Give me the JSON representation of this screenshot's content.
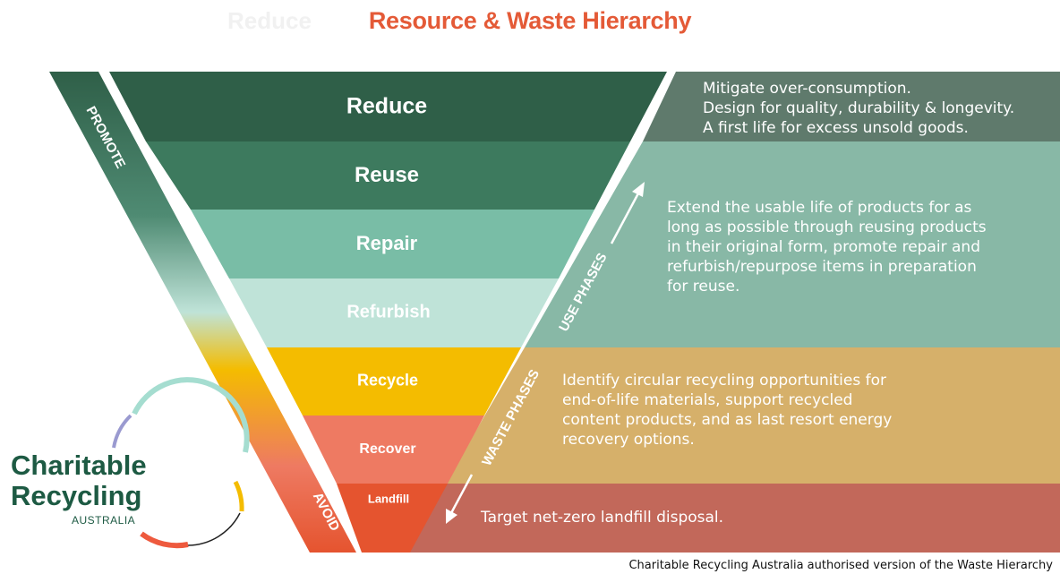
{
  "ghost_text": "Reduce",
  "title": "Resource & Waste Hierarchy",
  "side_labels": {
    "promote": "PROMOTE",
    "avoid": "AVOID",
    "use_phases": "USE PHASES",
    "waste_phases": "WASTE PHASES"
  },
  "tiers": [
    {
      "label": "Reduce",
      "color": "#2f5f48"
    },
    {
      "label": "Reuse",
      "color": "#3d7a5e"
    },
    {
      "label": "Repair",
      "color": "#79bda6"
    },
    {
      "label": "Refurbish",
      "color": "#bfe3d8"
    },
    {
      "label": "Recycle",
      "color": "#f4bc00"
    },
    {
      "label": "Recover",
      "color": "#ee7a62"
    },
    {
      "label": "Landfill",
      "color": "#e5542f"
    }
  ],
  "descriptions": {
    "reduce": [
      "Mitigate over-consumption.",
      "Design for quality, durability & longevity.",
      "A first life for excess unsold goods."
    ],
    "use": [
      "Extend the usable life of products for as",
      "long as possible through reusing products",
      "in their original form, promote repair and",
      "refurbish/repurpose items in preparation",
      "for reuse."
    ],
    "recycle": [
      "Identify circular recycling opportunities for",
      "end-of-life materials, support recycled",
      "content products, and as  last resort energy",
      "recovery options."
    ],
    "landfill": [
      "Target net-zero landfill disposal."
    ]
  },
  "band_colors": {
    "reduce": "#5f7a6c",
    "use": "#88b8a6",
    "recycle": "#d6b06a",
    "landfill": "#c2685a"
  },
  "logo": {
    "line1": "Charitable",
    "line2": "Recycling",
    "line3": "AUSTRALIA",
    "colors": [
      "#a5ddd0",
      "#f4bc00",
      "#222222",
      "#ee5a3e",
      "#9a9ad0"
    ]
  },
  "footer": "Charitable Recycling Australia authorised version of the Waste Hierarchy"
}
